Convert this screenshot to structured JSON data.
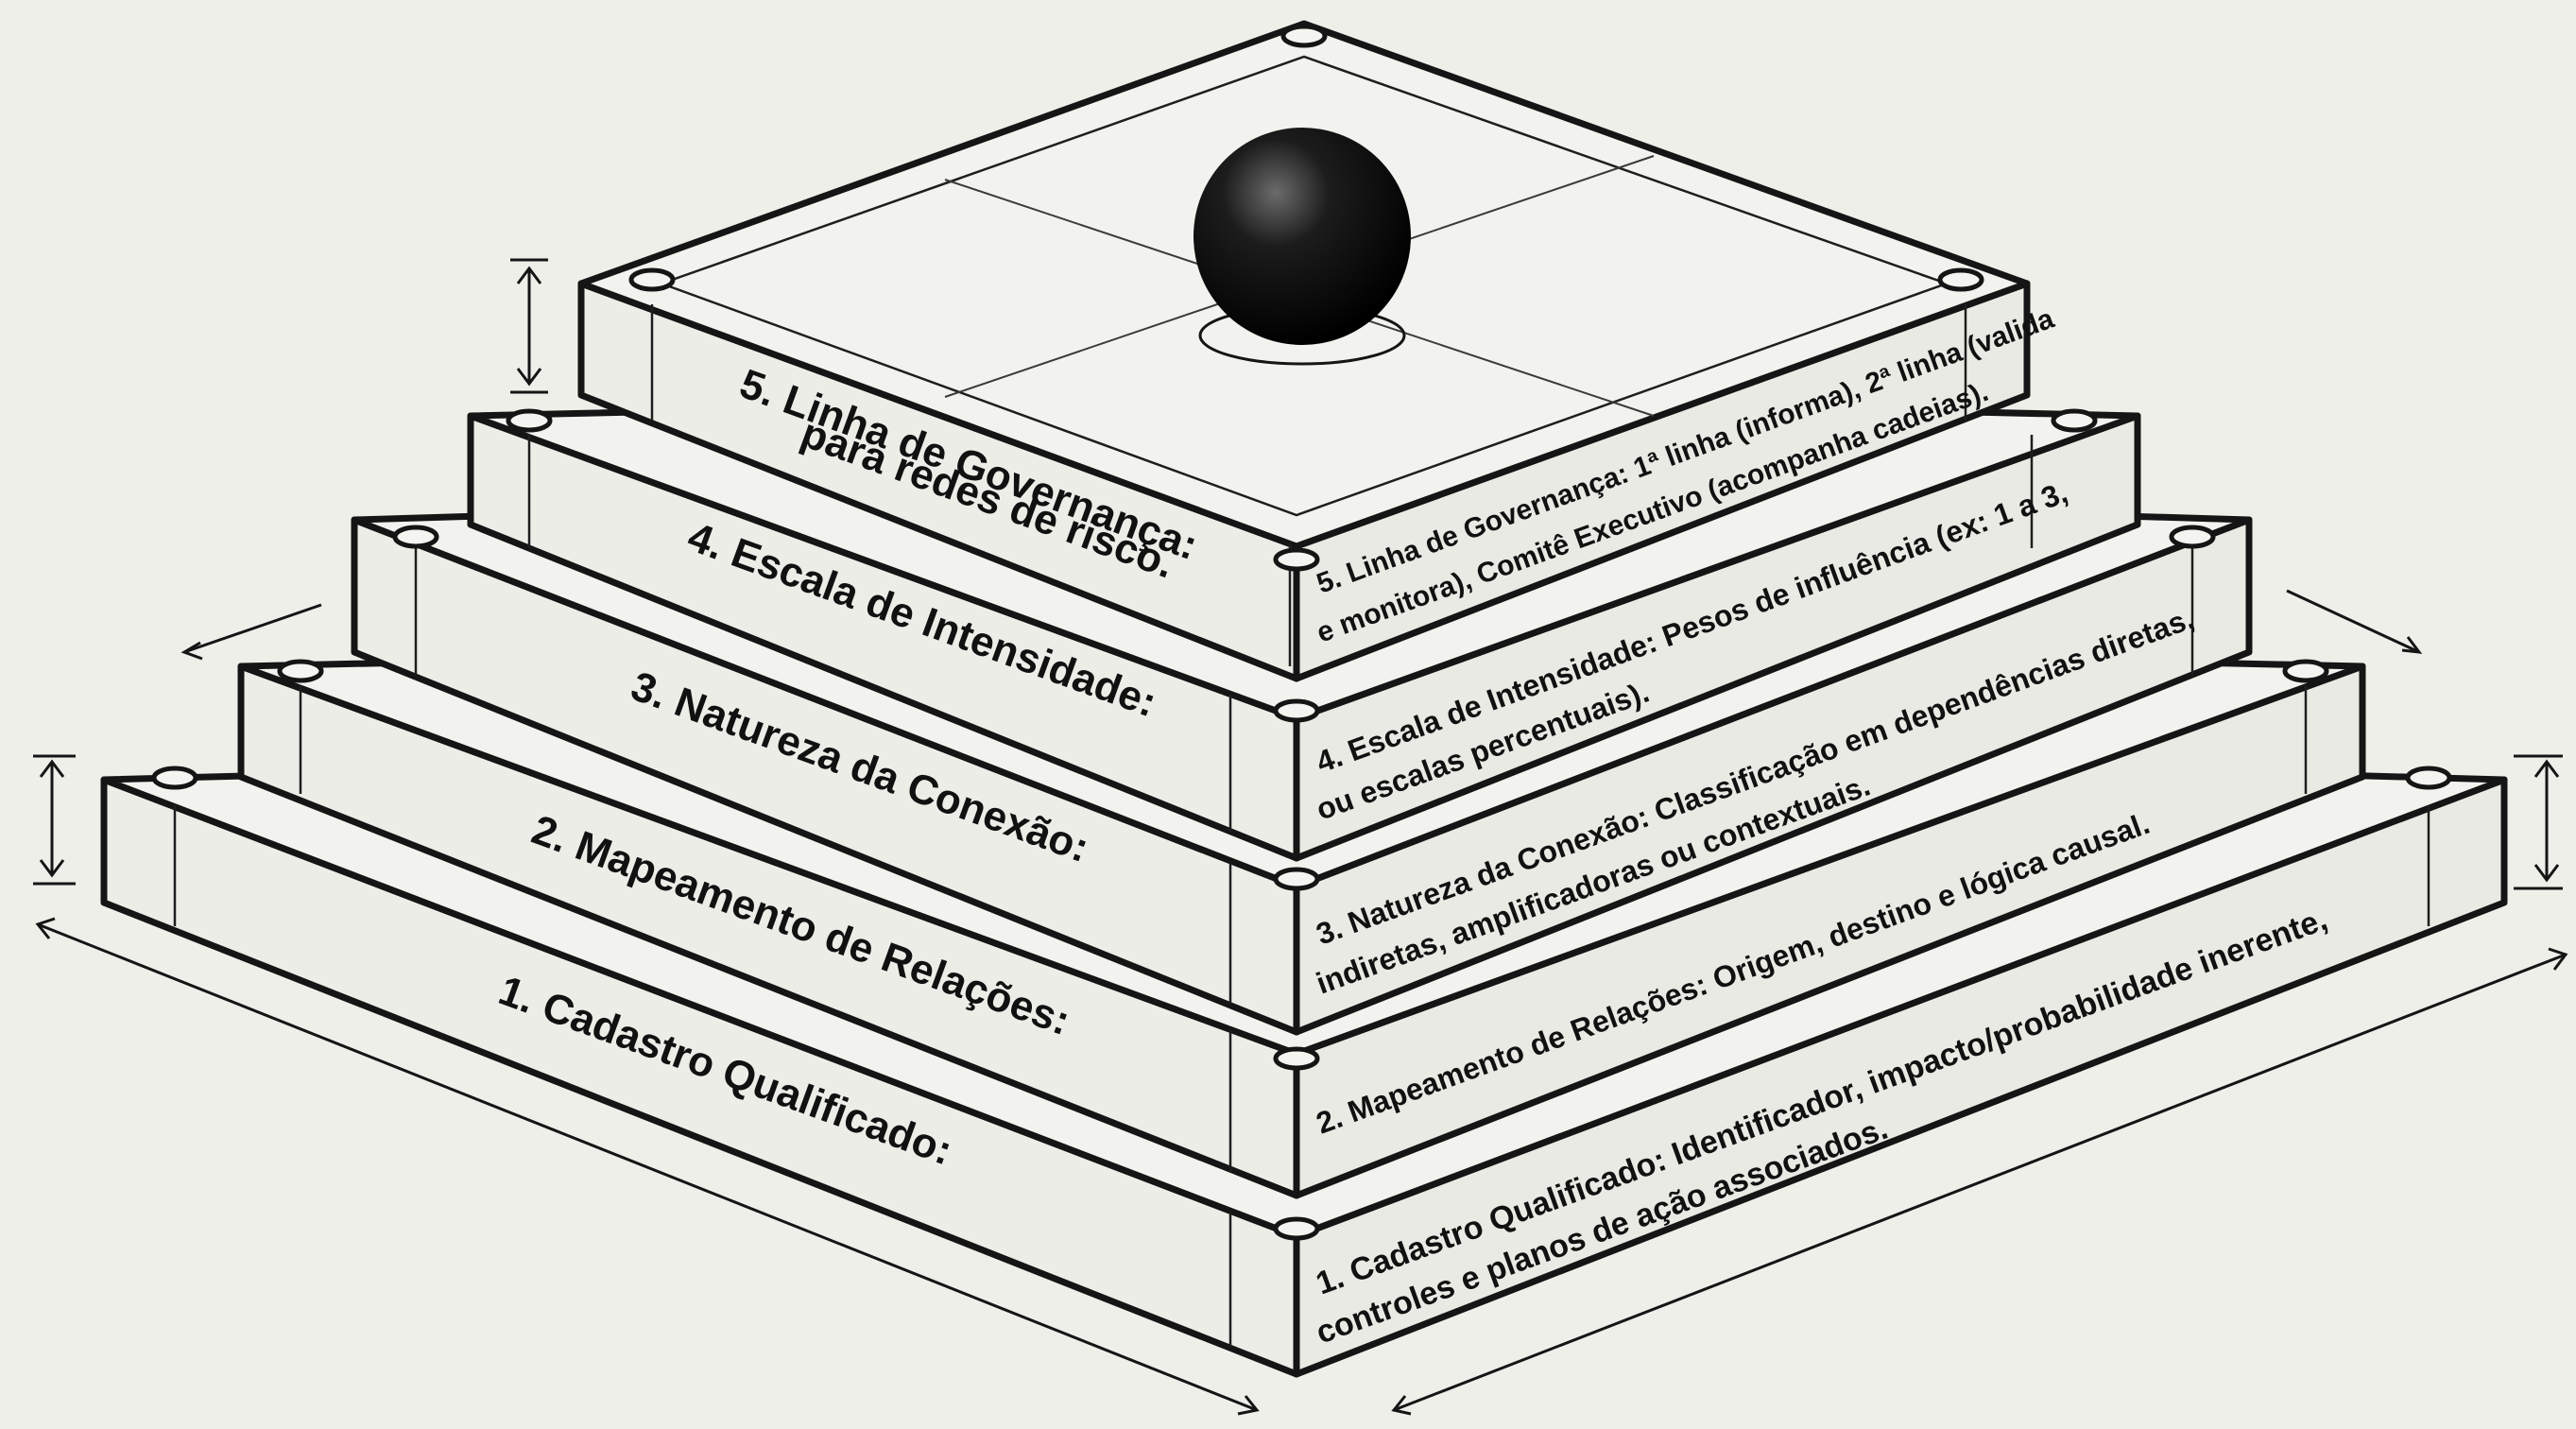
{
  "tiers": [
    {
      "id": 1,
      "left_label": "1. Cadastro Qualificado:",
      "right_line1": "1. Cadastro Qualificado: Identificador, impacto/probabilidade inerente,",
      "right_line2": "controles e planos de ação associados."
    },
    {
      "id": 2,
      "left_label_line1": "2. Mapeamento de Relações:",
      "right_line1": "2. Mapeamento de Relações: Origem, destino e lógica causal."
    },
    {
      "id": 3,
      "left_label": "3. Natureza da Conexão:",
      "right_line1": "3. Natureza da Conexão: Classificação em dependências diretas,",
      "right_line2": "indiretas, amplificadoras ou contextuais."
    },
    {
      "id": 4,
      "left_label": "4. Escala de Intensidade:",
      "right_line1": "4. Escala de Intensidade: Pesos de influência (ex: 1 a 3,",
      "right_line2": "ou escalas percentuais)."
    },
    {
      "id": 5,
      "left_label_line1": "5. Linha de Governança:",
      "left_label_line2": "para redes de risco.",
      "right_line1": "5. Linha de Governança: 1ª linha (informa), 2ª linha (valida",
      "right_line2": "e monitora), Comitê Executivo (acompanha cadeias)."
    }
  ],
  "sphere": {
    "color": "#0d0d0d"
  }
}
